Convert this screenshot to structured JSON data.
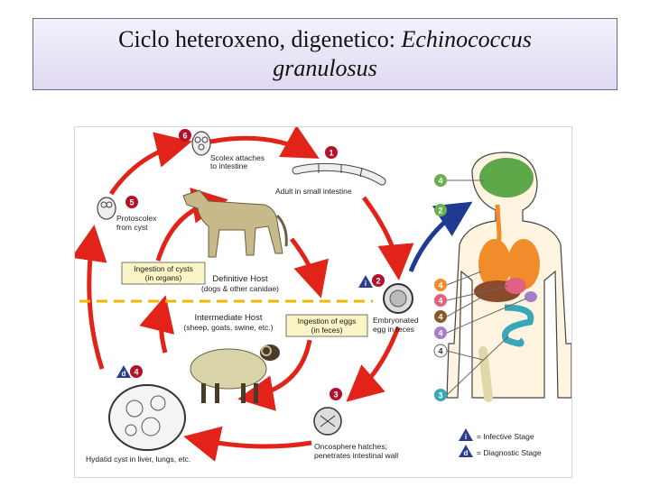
{
  "slide": {
    "title_line1": "Ciclo heteroxeno, digenetico: ",
    "title_italic1": "Echinococcus",
    "title_italic2": "granulosus"
  },
  "diagram": {
    "labels": {
      "scolex": [
        "Scolex attaches",
        "to intestine"
      ],
      "adult": "Adult in small intestine",
      "protoscolex": [
        "Protoscolex",
        "from cyst"
      ],
      "ingestion_cysts": [
        "Ingestion of cysts",
        "(in organs)"
      ],
      "definitive_host": "Definitive Host",
      "definitive_host_sub": "(dogs & other canidae)",
      "intermediate_host": "Intermediate Host",
      "intermediate_host_sub": "(sheep, goats, swine, etc.)",
      "ingestion_eggs": [
        "Ingestion of eggs",
        "(in feces)"
      ],
      "embryonated_egg": [
        "Embryonated",
        "egg in feces"
      ],
      "hydatid_cyst": "Hydatid cyst in liver, lungs, etc.",
      "oncosphere": [
        "Oncosphere hatches;",
        "penetrates intestinal wall"
      ]
    },
    "steps": [
      "1",
      "2",
      "3",
      "4",
      "5",
      "6"
    ],
    "stage_markers": {
      "infective": "i",
      "diagnostic": "d"
    },
    "human_steps": [
      "4",
      "2",
      "4",
      "4",
      "4",
      "4",
      "4",
      "3"
    ],
    "legend": {
      "infective": "= Infective Stage",
      "diagnostic": "= Diagnostic Stage"
    },
    "colors": {
      "cycle_arrow": "#e2231a",
      "human_arrow": "#1f3a93",
      "step_circle": "#b0122a",
      "stage_marker": "#2b3f8f",
      "divider": "#f2b600",
      "label_box": "#fbf4c4",
      "skin": "#fff4e0",
      "lung": "#f08c2a",
      "brain": "#5ea84a",
      "green_step": "#6ab04c",
      "orange_step": "#f08c2a",
      "pink_step": "#e06080",
      "brown_step": "#8b5a2b",
      "purple_step": "#a67fc8",
      "gray_step": "#666666",
      "teal_step": "#3aa6b9"
    }
  }
}
